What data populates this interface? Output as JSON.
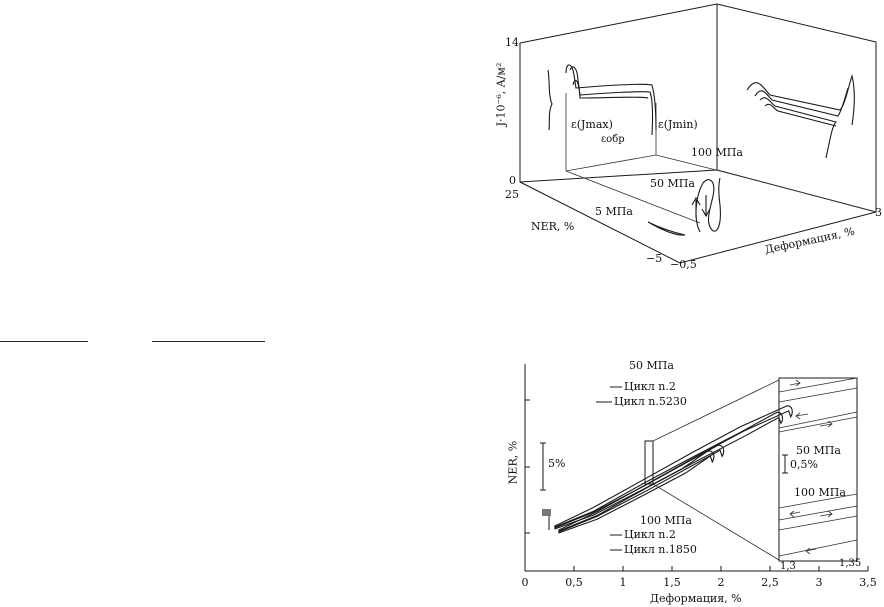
{
  "chart_data": [
    {
      "type": "line",
      "title": "",
      "projection": "3d",
      "zlabel": "J·10⁻⁶, A/м²",
      "z_ticks": [
        "0",
        "14"
      ],
      "ylabel": "NER, %",
      "y_ticks": [
        "25",
        "−5"
      ],
      "xlabel": "Деформация, %",
      "x_ticks": [
        "−0,5",
        "3"
      ],
      "annotations": [
        "ε(Jmax)",
        "ε(Jmin)",
        "εобр",
        "100 МПа",
        "50 МПа",
        "5 МПа"
      ]
    },
    {
      "type": "line",
      "title": "",
      "xlabel": "Деформация, %",
      "ylabel": "NER, %",
      "xlim": [
        0,
        3.5
      ],
      "x_ticks": [
        "0",
        "0,5",
        "1",
        "1,5",
        "2",
        "2,5",
        "3",
        "3,5"
      ],
      "scale_bar": "5%",
      "series": [
        {
          "name": "Цикл n.2",
          "group": "50 МПа",
          "x": [
            0.3,
            0.7,
            1.2,
            1.7,
            2.2,
            2.65
          ],
          "y": [
            0.4,
            2.4,
            5.3,
            8.2,
            11.0,
            13.1
          ]
        },
        {
          "name": "Цикл n.5230",
          "group": "50 МПа",
          "x": [
            0.3,
            0.7,
            1.2,
            1.7,
            2.2,
            2.55
          ],
          "y": [
            0.3,
            2.0,
            4.9,
            7.7,
            10.4,
            12.4
          ]
        },
        {
          "name": "Цикл n.2",
          "group": "100 МПа",
          "x": [
            0.3,
            0.7,
            1.2,
            1.6,
            1.95
          ],
          "y": [
            0.2,
            1.9,
            4.6,
            6.9,
            8.9
          ]
        },
        {
          "name": "Цикл n.1850",
          "group": "100 МПа",
          "x": [
            0.3,
            0.7,
            1.2,
            1.6,
            1.85
          ],
          "y": [
            0.1,
            1.6,
            4.3,
            6.5,
            8.3
          ]
        }
      ],
      "legend": [
        {
          "group": "50 МПа",
          "items": [
            "Цикл n.2",
            "Цикл n.5230"
          ]
        },
        {
          "group": "100 МПа",
          "items": [
            "Цикл n.2",
            "Цикл n.1850"
          ]
        }
      ],
      "inset": {
        "x_ticks": [
          "1,3",
          "1,35"
        ],
        "labels": [
          "50 МПа",
          "0,5%",
          "100 МПа"
        ]
      }
    }
  ]
}
